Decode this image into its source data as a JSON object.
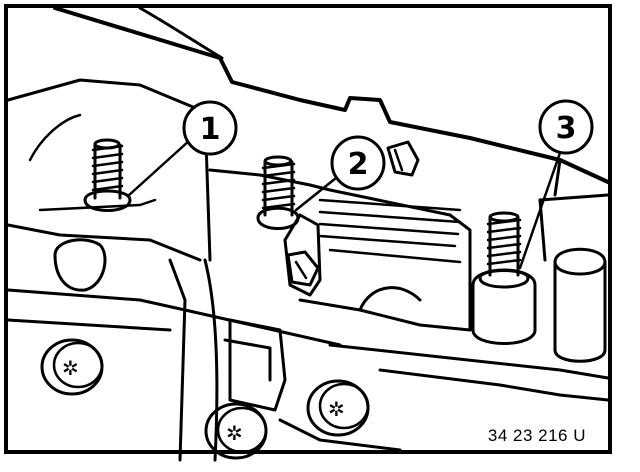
{
  "figure": {
    "callouts": [
      {
        "id": "callout-1",
        "label": "1"
      },
      {
        "id": "callout-2",
        "label": "2"
      },
      {
        "id": "callout-3",
        "label": "3"
      }
    ],
    "figure_code": "34 23 216 U"
  },
  "colors": {
    "ink": "#000000",
    "paper": "#ffffff"
  }
}
